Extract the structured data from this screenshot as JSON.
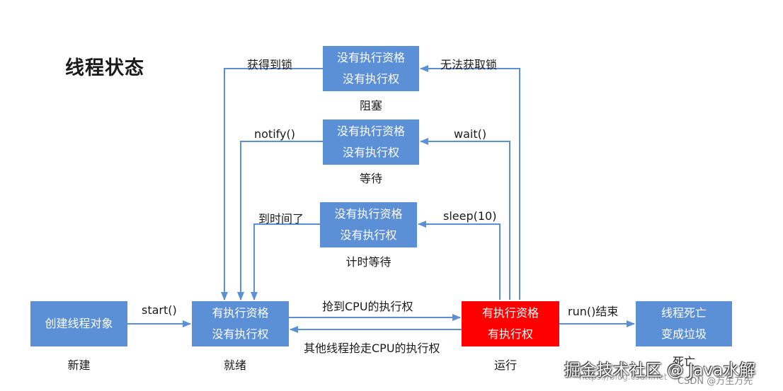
{
  "title": "线程状态",
  "states": {
    "blocked": {
      "line1": "没有执行资格",
      "line2": "没有执行权",
      "caption": "阻塞"
    },
    "waiting": {
      "line1": "没有执行资格",
      "line2": "没有执行权",
      "caption": "等待"
    },
    "timed_waiting": {
      "line1": "没有执行资格",
      "line2": "没有执行权",
      "caption": "计时等待"
    },
    "new": {
      "line1": "创建线程对象",
      "caption": "新建"
    },
    "ready": {
      "line1": "有执行资格",
      "line2": "没有执行权",
      "caption": "就绪"
    },
    "running": {
      "line1": "有执行资格",
      "line2": "有执行权",
      "caption": "运行"
    },
    "dead": {
      "line1": "线程死亡",
      "line2": "变成垃圾",
      "caption": "死亡"
    }
  },
  "edges": {
    "start": "start()",
    "get_cpu": "抢到CPU的执行权",
    "lose_cpu": "其他线程抢走CPU的执行权",
    "run_end": "run()结束",
    "cannot_lock": "无法获取锁",
    "got_lock": "获得到锁",
    "wait": "wait()",
    "notify": "notify()",
    "sleep": "sleep(10)",
    "time_up": "到时间了"
  },
  "watermark": {
    "main": "掘金技术社区 @ Java水解",
    "url": "https://blog.csdn.net",
    "csdn": "CSDN @万生万先"
  },
  "colors": {
    "state_box": "#5b8fd6",
    "running_box": "#ff0000",
    "arrow": "#5b8fd6"
  }
}
